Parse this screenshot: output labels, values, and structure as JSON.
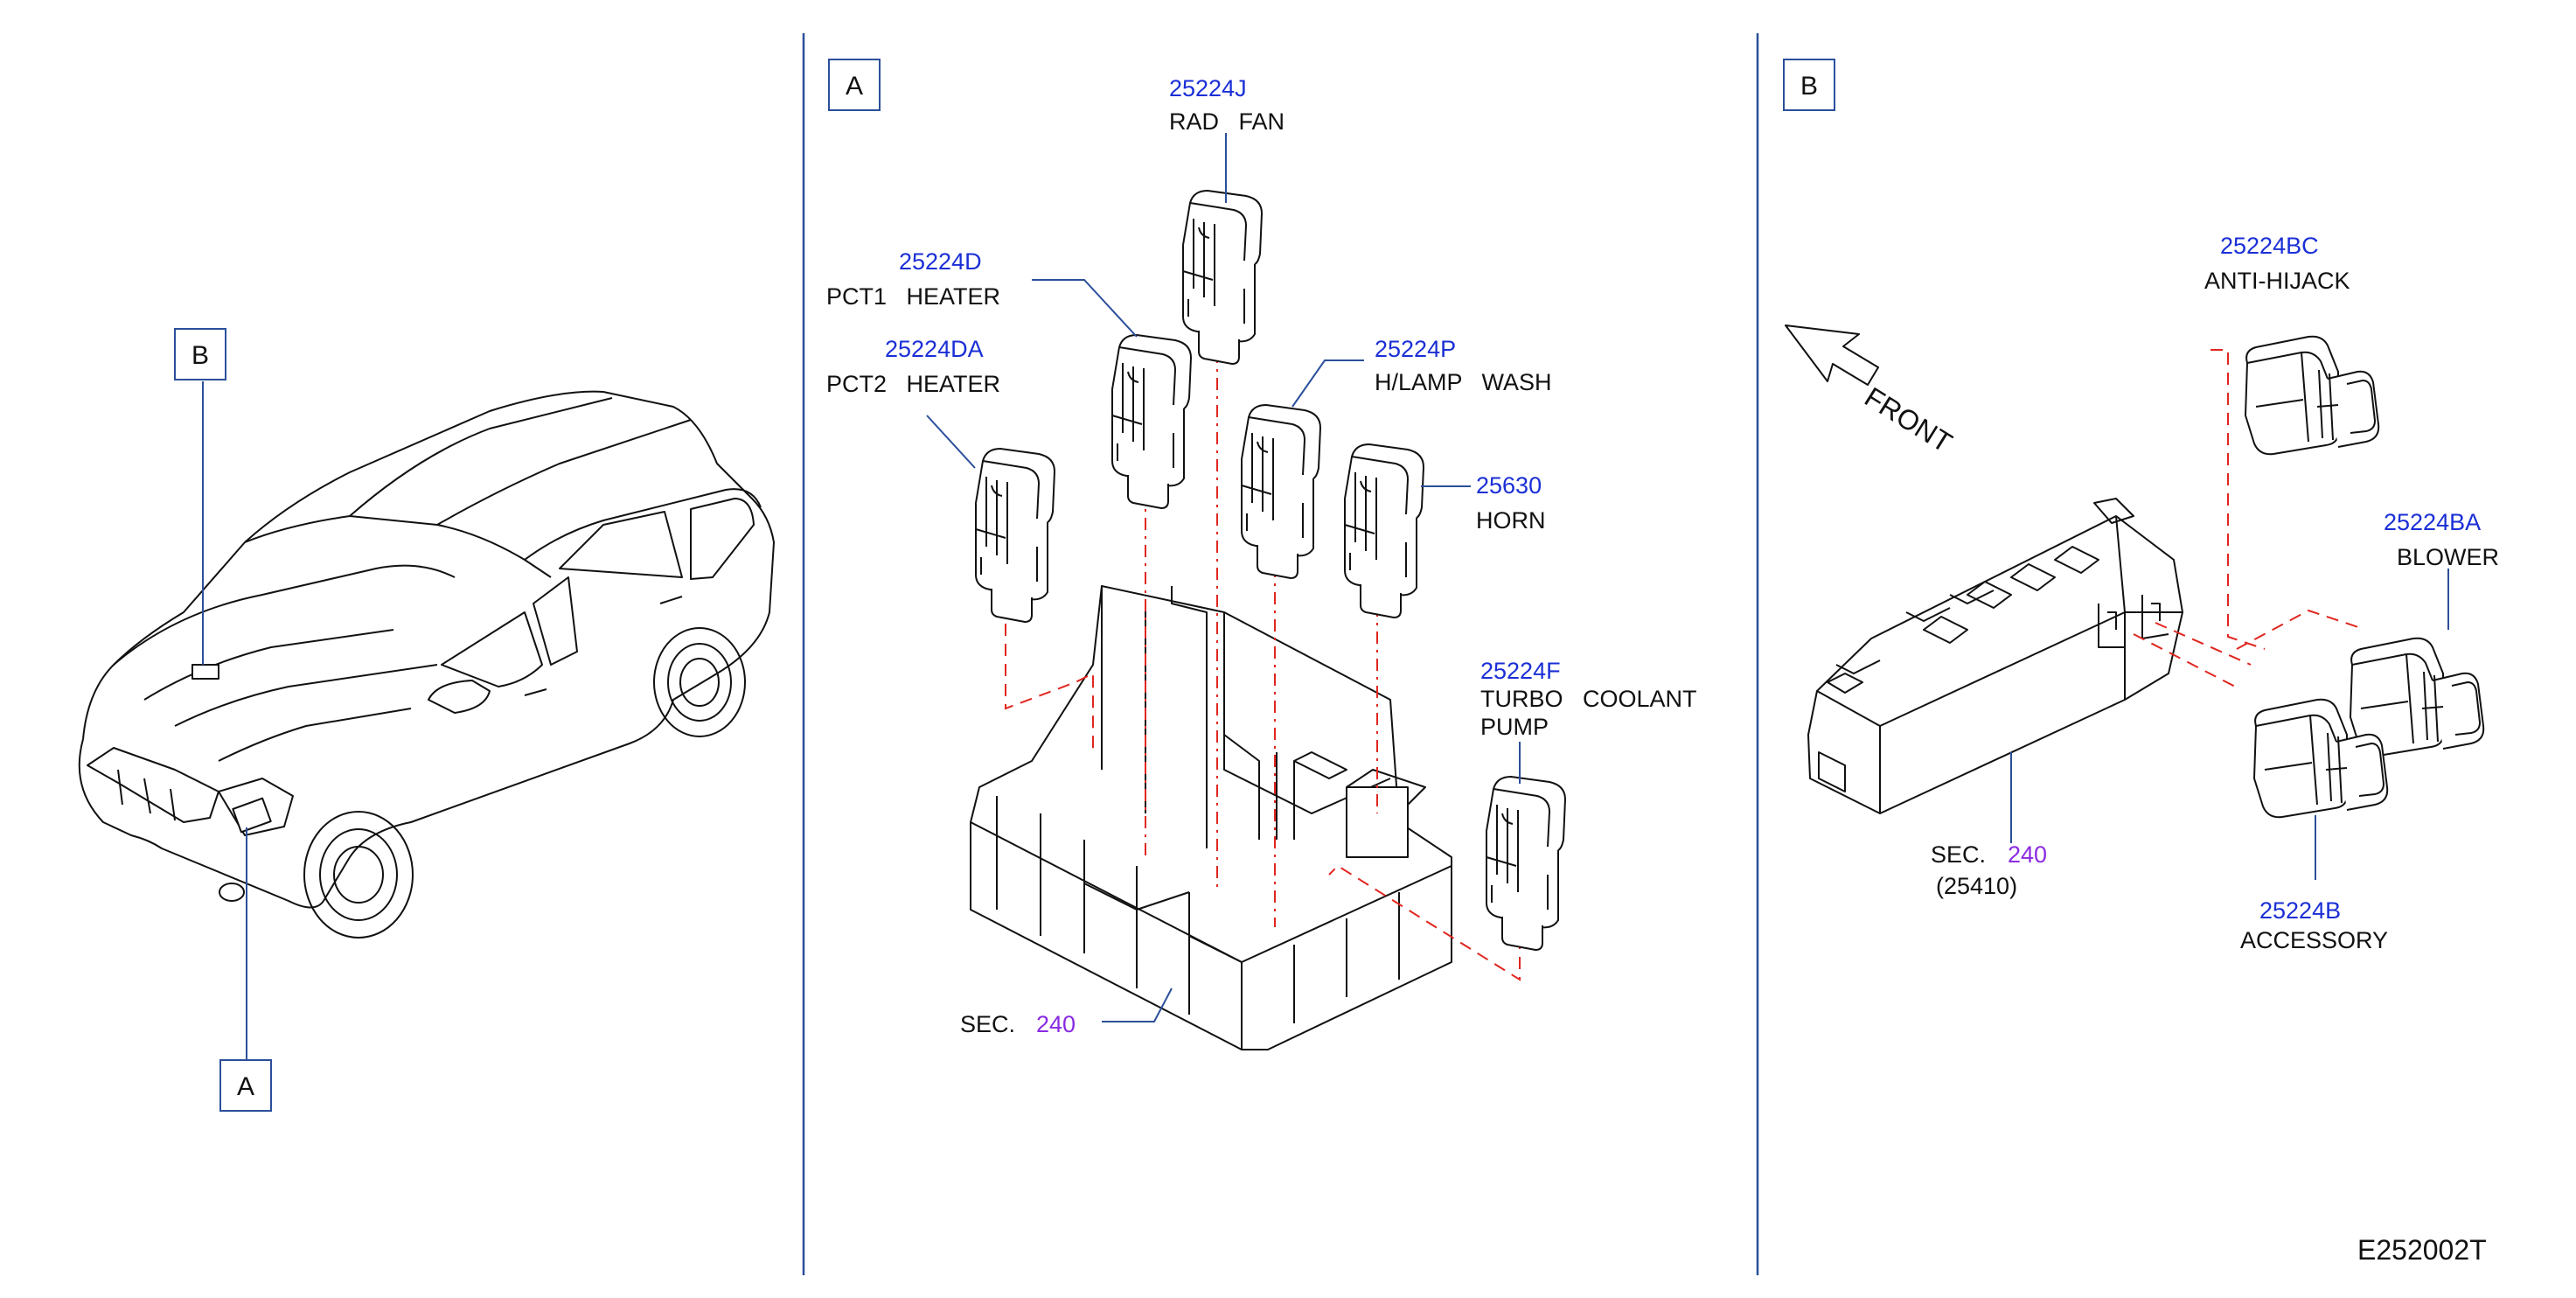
{
  "panels": {
    "car": {
      "callout_b": "B",
      "callout_a": "A"
    },
    "a": {
      "label": "A",
      "parts": [
        {
          "id": "rad_fan",
          "number": "25224J",
          "desc": [
            "RAD   FAN"
          ]
        },
        {
          "id": "pct1",
          "number": "25224D",
          "desc": [
            "PCT1   HEATER"
          ]
        },
        {
          "id": "pct2",
          "number": "25224DA",
          "desc": [
            "PCT2   HEATER"
          ]
        },
        {
          "id": "hlamp",
          "number": "25224P",
          "desc": [
            "H/LAMP   WASH"
          ]
        },
        {
          "id": "horn",
          "number": "25630",
          "desc": [
            "HORN"
          ]
        },
        {
          "id": "turbo",
          "number": "25224F",
          "desc": [
            "TURBO   COOLANT",
            "PUMP"
          ]
        }
      ],
      "section": {
        "prefix": "SEC.",
        "number": "240"
      }
    },
    "b": {
      "label": "B",
      "front": "FRONT",
      "parts": [
        {
          "id": "antihijack",
          "number": "25224BC",
          "desc": [
            "ANTI-HIJACK"
          ]
        },
        {
          "id": "blower",
          "number": "25224BA",
          "desc": [
            "BLOWER"
          ]
        },
        {
          "id": "accessory",
          "number": "25224B",
          "desc": [
            "ACCESSORY"
          ]
        }
      ],
      "section": {
        "prefix": "SEC.",
        "number": "240",
        "sub": "(25410)"
      }
    }
  },
  "figure_code": "E252002T",
  "colors": {
    "part_number": "#1a2fd6",
    "section_ref": "#8a2be2",
    "leader": "#2b4f9a",
    "phantom": "#e0261f"
  }
}
